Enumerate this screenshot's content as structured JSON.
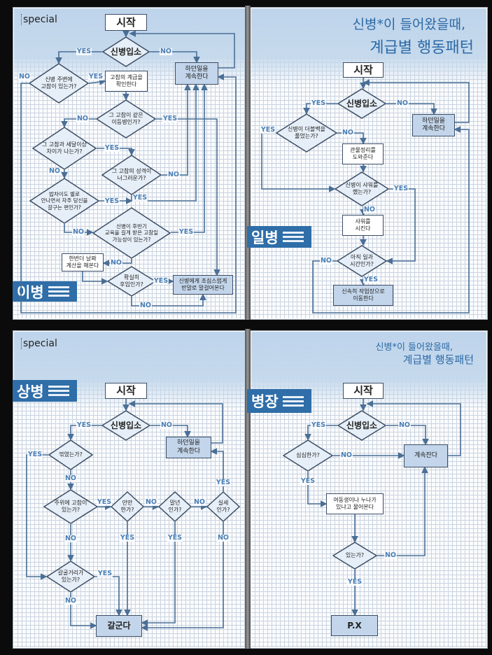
{
  "pages": [
    {
      "header": "special",
      "rank": "이병",
      "nodes": [
        "시작",
        "신병입소",
        "하던일을\n계속한다",
        "신병 주변에\n고참이 있는가?",
        "고참의 계급을\n확인한다",
        "그 고참이 같은\n이등병인가?",
        "그 고참과 세달이상\n차이가 나는가?",
        "그 고참의 성격이\n너그러운가?",
        "밥차이도 별로\n안나면서 자주 당신을\n갈구는 편인가?",
        "신병이 후반기\n교육을 길게 받은 고참일\n가능성이 있는가?",
        "한번더 날짜\n계산을 해본다",
        "확실히\n후임인가?",
        "신병에게 조심스럽게\n반말로 말걸어본다"
      ],
      "labels": [
        "YES",
        "NO",
        "NO",
        "YES",
        "NO",
        "YES",
        "YES",
        "NO",
        "NO",
        "YES",
        "YES",
        "NO",
        "YES",
        "NO",
        "YES",
        "NO"
      ]
    },
    {
      "title_line1": "신병*이 들어왔을때,",
      "title_line2": "계급별 행동패턴",
      "rank": "일병",
      "nodes": [
        "시작",
        "신병입소",
        "하던일을\n계속한다",
        "신병이 더블백을\n풀었는가?",
        "관물정리를\n도와준다",
        "신병이 샤워를\n했는가?",
        "샤워를\n시킨다",
        "아직 일과\n시간인가?",
        "신속히 작업장으로\n이동한다"
      ],
      "labels": [
        "YES",
        "NO",
        "YES",
        "NO",
        "YES",
        "NO",
        "NO",
        "YES"
      ]
    },
    {
      "header": "special",
      "rank": "상병",
      "nodes": [
        "시작",
        "신병입소",
        "하던일을\n계속한다",
        "꺾였는가?",
        "주위에 고참이\n있는가?",
        "만만\n한가?",
        "말년\n인가?",
        "실세\n인가?",
        "갈굴거리가\n있는가?",
        "갈군다"
      ],
      "labels": [
        "YES",
        "NO",
        "YES",
        "NO",
        "YES",
        "NO",
        "NO",
        "YES",
        "NO",
        "YES",
        "YES",
        "NO",
        "YES",
        "NO"
      ]
    },
    {
      "title_line1": "신병*이 들어왔을때,",
      "title_line2": "계급별 행동패턴",
      "rank": "병장",
      "nodes": [
        "시작",
        "신병입소",
        "계속잔다",
        "심심한가?",
        "여동생이나 누나가\n있냐고 물어본다",
        "있는가?",
        "P.X"
      ],
      "labels": [
        "YES",
        "NO",
        "NO",
        "YES",
        "NO",
        "YES"
      ]
    }
  ],
  "colors": {
    "accent": "#2f6ea8",
    "line": "#4a6f96",
    "node_fill": "#c3d5ea",
    "label": "#4a7fb5"
  }
}
